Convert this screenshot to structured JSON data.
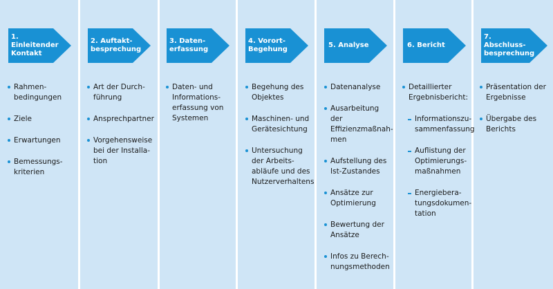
{
  "steps": [
    {
      "title": "1. Einleitender\nKontakt",
      "items": [
        "Rahmen-\nbedingungen",
        "Ziele",
        "Erwartungen",
        "Bemessungs-\nkriterien"
      ]
    },
    {
      "title": "2. Auftakt-\nbesprechung",
      "items": [
        "Art der Durch-\nführung",
        "Ansprechpartner",
        "Vorgehensweise\nbei der Installa-\ntion"
      ]
    },
    {
      "title": "3. Daten-\nerfassung",
      "items": [
        "Daten- und\nInformations-\nerfassung von\nSystemen"
      ]
    },
    {
      "title": "4. Vorort-\nBegehung",
      "items": [
        "Begehung des\nObjektes",
        "Maschinen- und\nGerätesichtung",
        "Untersuchung\nder Arbeits-\nabläufe und des\nNutzerverhaltens"
      ]
    },
    {
      "title": "5. Analyse",
      "items": [
        "Datenanalyse",
        "Ausarbeitung der\nEffizienzmaßnah-\nmen",
        "Aufstellung des\nIst-Zustandes",
        "Ansätze zur\nOptimierung",
        "Bewertung der\nAnsätze",
        "Infos zu Berech-\nnungsmethoden"
      ]
    },
    {
      "title": "6. Bericht",
      "items": [
        "Detaillierter\nErgebnisbericht:",
        "Informationszu-\nsammenfassung",
        "Auflistung der\nOptimierungs-\nmaßnahmen",
        "Energiebera-\ntungsdokumen-\ntation"
      ]
    },
    {
      "title": "7. Abschluss-\nbesprechung",
      "items": [
        "Präsentation der\nErgebnisse",
        "Übergabe des\nBerichts"
      ]
    }
  ]
}
